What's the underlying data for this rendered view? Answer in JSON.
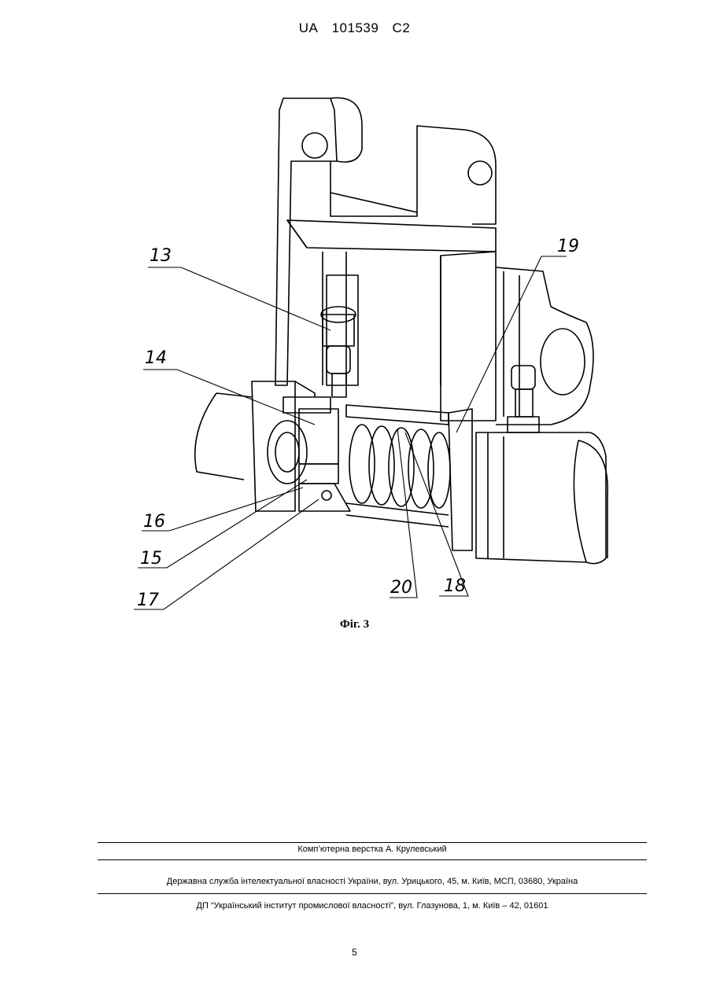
{
  "header": {
    "country": "UA",
    "number": "101539",
    "kind": "C2"
  },
  "figure": {
    "caption": "Фіг. 3",
    "callouts": [
      "13",
      "14",
      "16",
      "15",
      "17",
      "20",
      "18",
      "19"
    ]
  },
  "footer": {
    "layout_credit": "Комп’ютерна верстка А. Крулевський",
    "agency": "Державна служба інтелектуальної власності України, вул. Урицького, 45, м. Київ, МСП, 03680, Україна",
    "institute": "ДП “Український інститут промислової власності”, вул. Глазунова, 1, м. Київ – 42, 01601"
  },
  "page_number": "5"
}
